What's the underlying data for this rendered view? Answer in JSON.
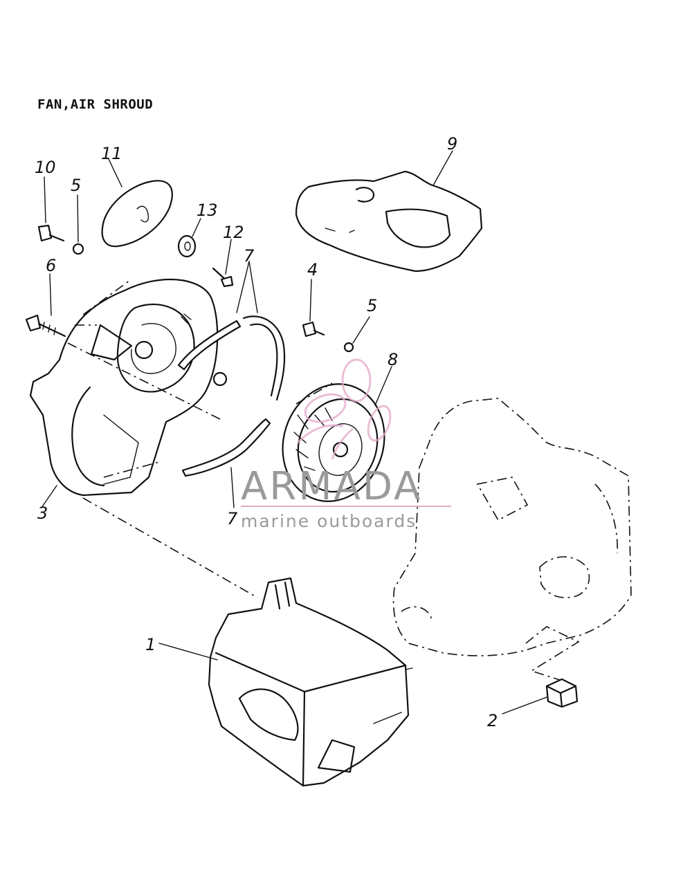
{
  "title": "FAN,AIR SHROUD",
  "callouts": {
    "c1": "1",
    "c2": "2",
    "c3": "3",
    "c4": "4",
    "c5a": "5",
    "c5b": "5",
    "c6": "6",
    "c7a": "7",
    "c7b": "7",
    "c8": "8",
    "c9": "9",
    "c10": "10",
    "c11": "11",
    "c12": "12",
    "c13": "13"
  },
  "watermark": {
    "brand": "ARMADA",
    "tagline": "marine outboards",
    "accent_color": "#e3a9c7"
  }
}
